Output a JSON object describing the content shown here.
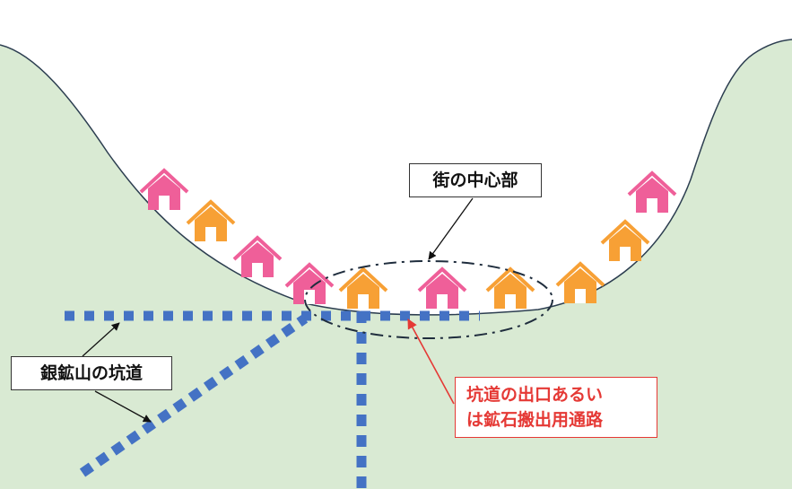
{
  "labels": {
    "town_center": "街の中心部",
    "silver_mine_tunnels": "銀鉱山の坑道",
    "tunnel_exit_line1": "坑道の出口あるい",
    "tunnel_exit_line2": "は鉱石搬出用通路"
  },
  "colors": {
    "ground": "#d9ead3",
    "valley_outline": "#2c3e50",
    "tunnel": "#4472c4",
    "house_pink": "#ef5f99",
    "house_orange": "#f7a035",
    "center_ellipse": "#1f2d3d",
    "exit_arrow": "#e53935"
  }
}
